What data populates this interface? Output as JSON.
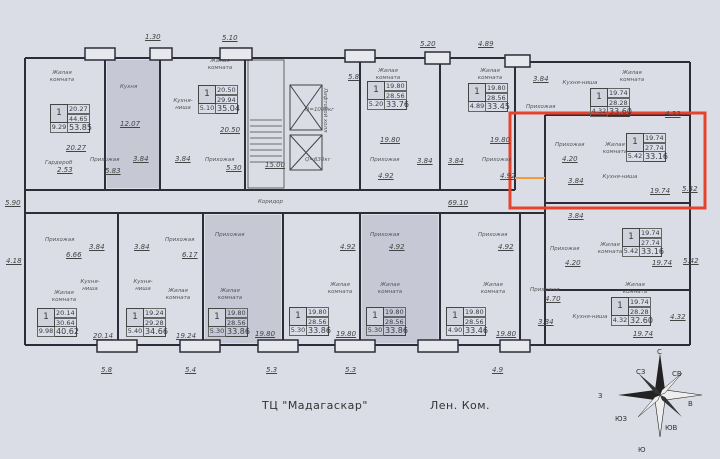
{
  "highlight_color": "#e8412c",
  "accent_line_color": "#f39a3c",
  "apartments_top": [
    {
      "rooms": "1",
      "living": "20.27",
      "area": "44.65",
      "kitchen": "9.29",
      "total": "53.85"
    },
    {
      "rooms": "1",
      "living": "20.50",
      "area": "29.94",
      "kitchen": "5.10",
      "total": "35.04"
    },
    {
      "rooms": "1",
      "living": "19.80",
      "area": "28.56",
      "kitchen": "5.20",
      "total": "33.76"
    },
    {
      "rooms": "1",
      "living": "19.80",
      "area": "28.56",
      "kitchen": "4.89",
      "total": "33.45"
    },
    {
      "rooms": "1",
      "living": "19.74",
      "area": "28.28",
      "kitchen": "4.32",
      "total": "33.60"
    },
    {
      "rooms": "1",
      "living": "19.74",
      "area": "27.74",
      "kitchen": "5.42",
      "total": "33.16"
    }
  ],
  "apartments_bottom": [
    {
      "rooms": "1",
      "living": "20.14",
      "area": "30.64",
      "kitchen": "9.98",
      "total": "40.62"
    },
    {
      "rooms": "1",
      "living": "19.24",
      "area": "29.28",
      "kitchen": "5.40",
      "total": "34.66"
    },
    {
      "rooms": "1",
      "living": "19.80",
      "area": "28.56",
      "kitchen": "5.30",
      "total": "33.86"
    },
    {
      "rooms": "1",
      "living": "19.80",
      "area": "28.56",
      "kitchen": "5.30",
      "total": "33.86"
    },
    {
      "rooms": "1",
      "living": "19.80",
      "area": "28.56",
      "kitchen": "5.30",
      "total": "33.86"
    },
    {
      "rooms": "1",
      "living": "19.80",
      "area": "28.56",
      "kitchen": "4.90",
      "total": "33.46"
    },
    {
      "rooms": "1",
      "living": "19.74",
      "area": "27.74",
      "kitchen": "5.42",
      "total": "33.16"
    },
    {
      "rooms": "1",
      "living": "19.74",
      "area": "28.28",
      "kitchen": "4.32",
      "total": "32.60"
    }
  ],
  "rooms": {
    "living": "Жилая комната",
    "kitchen": "Кухня",
    "kitchen_niche": "Кухня-ниша",
    "hall": "Прихожая",
    "wardrobe": "Гардероб",
    "corridor": "Коридор"
  },
  "elevators": {
    "lift_big": "Q=1000кг",
    "lift_small": "Q=630кг",
    "shaft_label": "Лифтовой холл"
  },
  "dimensions": {
    "top": [
      "1.30",
      "5.10",
      "5.20",
      "4.89",
      "12.07",
      "20.27",
      "2.53",
      "5.83",
      "3.84",
      "3.84",
      "20.50",
      "5.30",
      "15.00",
      "5.8",
      "19.80",
      "19.80",
      "3.84",
      "3.84",
      "4.92",
      "4.92",
      "3.84",
      "4.32",
      "4.20",
      "3.84",
      "19.74",
      "5.42"
    ],
    "middle": [
      "5.90",
      "69.10",
      "4.18"
    ],
    "bottom": [
      "3.84",
      "3.84",
      "6.66",
      "6.17",
      "20.14",
      "19.24",
      "5.8",
      "5.4",
      "4.92",
      "4.92",
      "4.92",
      "19.80",
      "19.80",
      "19.80",
      "5.3",
      "5.3",
      "4.9",
      "3.84",
      "4.20",
      "19.74",
      "4.70",
      "3.84",
      "19.74",
      "4.32",
      "5.42"
    ]
  },
  "streets": {
    "mall": "ТЦ \"Мадагаскар\"",
    "street": "Лен. Ком."
  },
  "compass": {
    "n": "С",
    "s": "Ю",
    "w": "З",
    "e": "В",
    "nw": "СЗ",
    "ne": "СВ",
    "sw": "ЮЗ",
    "se": "ЮВ"
  }
}
